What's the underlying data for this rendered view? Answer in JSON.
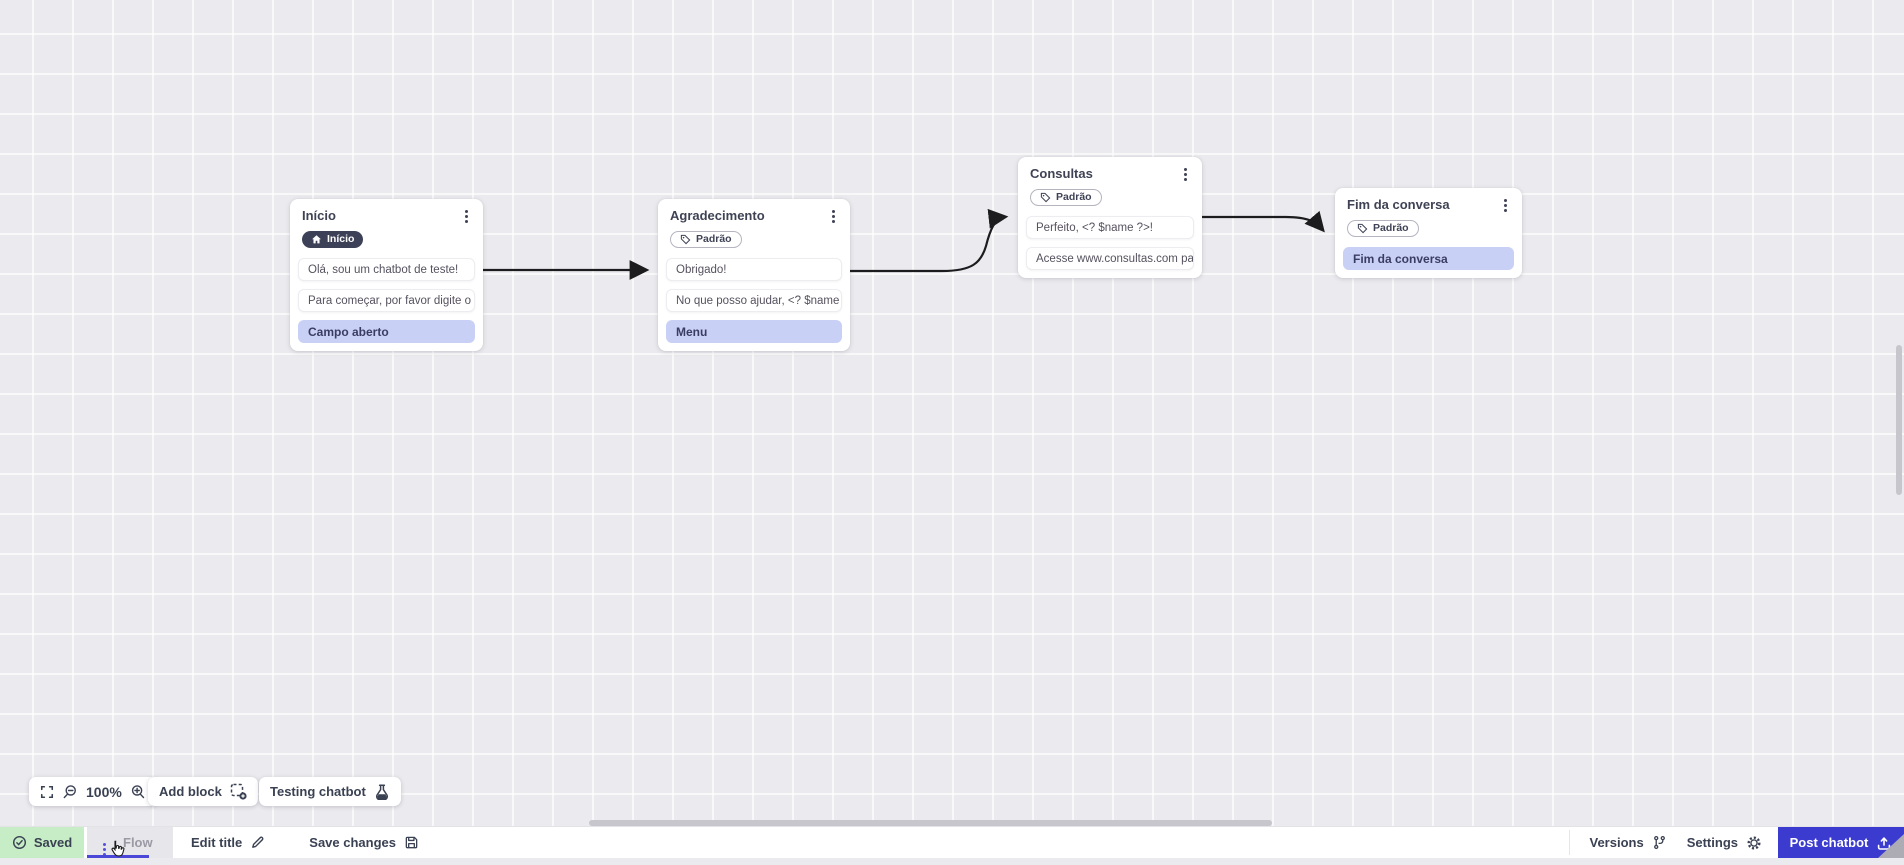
{
  "canvas": {
    "nodes": [
      {
        "id": "inicio",
        "title": "Início",
        "badge": {
          "label": "Início",
          "type": "start",
          "icon": "home-icon"
        },
        "rows": [
          {
            "text": "Olá, sou um chatbot de teste!",
            "highlight": false
          },
          {
            "text": "Para começar, por favor digite o ...",
            "highlight": false
          },
          {
            "text": "Campo aberto",
            "highlight": true
          }
        ]
      },
      {
        "id": "agradecimento",
        "title": "Agradecimento",
        "badge": {
          "label": "Padrão",
          "type": "default",
          "icon": "tag-icon"
        },
        "rows": [
          {
            "text": "Obrigado!",
            "highlight": false
          },
          {
            "text": "No que posso ajudar, <? $name ...",
            "highlight": false
          },
          {
            "text": "Menu",
            "highlight": true
          }
        ]
      },
      {
        "id": "consultas",
        "title": "Consultas",
        "badge": {
          "label": "Padrão",
          "type": "default",
          "icon": "tag-icon"
        },
        "rows": [
          {
            "text": "Perfeito, <? $name ?>!",
            "highlight": false
          },
          {
            "text": "Acesse www.consultas.com par...",
            "highlight": false
          }
        ]
      },
      {
        "id": "fim",
        "title": "Fim da conversa",
        "badge": {
          "label": "Padrão",
          "type": "default",
          "icon": "tag-icon"
        },
        "rows": [
          {
            "text": "Fim da conversa",
            "highlight": true
          }
        ]
      }
    ],
    "edges": [
      {
        "from": "inicio",
        "to": "agradecimento"
      },
      {
        "from": "agradecimento",
        "to": "consultas"
      },
      {
        "from": "consultas",
        "to": "fim"
      }
    ],
    "toolbar": {
      "zoom_level": "100%",
      "add_block": "Add block",
      "testing_chatbot": "Testing chatbot"
    }
  },
  "footer": {
    "saved": "Saved",
    "flow_tab": "Flow",
    "edit_title": "Edit title",
    "save_changes": "Save changes",
    "versions": "Versions",
    "settings": "Settings",
    "post_chatbot": "Post chatbot"
  },
  "icons": {
    "toolbar": [
      "fullscreen-icon",
      "zoom-out-icon",
      "zoom-in-icon",
      "add-block-icon",
      "flask-icon"
    ],
    "footer": [
      "check-circle-icon",
      "kebab-icon",
      "pencil-icon",
      "floppy-icon",
      "branch-icon",
      "gear-icon",
      "upload-icon"
    ],
    "node": [
      "kebab-icon",
      "home-icon",
      "tag-icon"
    ]
  },
  "colors": {
    "canvas_bg": "#ebeaee",
    "accent_indigo": "#3b3bd0",
    "flow_underline": "#4b48d8",
    "highlight_row": "#c9d0f6",
    "badge_dark": "#3d4157",
    "saved_green": "#c6edc5",
    "edge": "#1c1c1e",
    "scrollbar": "#c8c6cd"
  }
}
